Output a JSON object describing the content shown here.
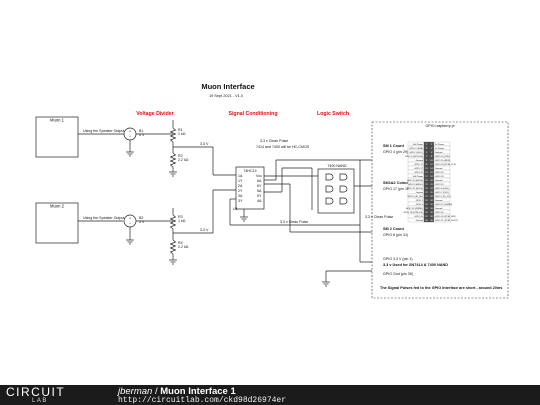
{
  "header": {
    "title": "Muon Interface",
    "subtitle": "19 Sept 2021 - V1.0"
  },
  "sections": {
    "voltage_divider": "Voltage Divider",
    "signal_conditioning": "Signal Conditioning",
    "logic_switch": "Logic Switch"
  },
  "detectors": {
    "muon1": "Muon 1",
    "muon2": "Muon 2",
    "speaker_output": "Using the Speaker Output"
  },
  "components": {
    "b1": "B1",
    "b1_val": "5 V",
    "b2": "B2",
    "b2_val": "5 V",
    "r1": "R1",
    "r1_val": "1 kΩ",
    "r2": "R2",
    "r2_val": "2.2 kΩ",
    "r3": "R3",
    "r3_val": "1 kΩ",
    "r4": "R4",
    "r4_val": "2.2 kΩ",
    "u1": "U1",
    "u2": "74HC14",
    "nand": "7400 NAND"
  },
  "annotations": {
    "v33_top": "3.3 V",
    "v33_bottom": "3.3 V",
    "clean_pulse_top": "3.3 v Clean Pulse",
    "ic_note": "7414 and 7400 will be HC-CMOS",
    "clean_pulse_mid": "3.3 v Clean Pulse",
    "clean_pulse_right": "3.3 v Clean Pulse"
  },
  "gpio": {
    "header": "GPIO raspberry pi",
    "sm1_count": "SM 1 Count",
    "gpio4": "GPIO 4 (pin 29)",
    "coincidence": "SM1&2 Coincidence",
    "gpio17": "GPIO 17 (pin 11)",
    "sm2_count": "SM 2 Count",
    "gpio6": "GPIO 6 (pin 31)",
    "v33_pin": "GPIO 3.3 V (pin 1)",
    "v33_used": "3.3 v Used for SN7414 & 7400 NAND",
    "gnd": "GPIO Gnd (pin 39)",
    "pulse_note": "The Signal Pulses fed to the GPIO Interface are short - around 20ms"
  },
  "pi_pins_left": [
    "3v3 Power",
    "GPIO 2 (SDA)",
    "GPIO 3 (SCL)",
    "GPIO 4 (GPCLK0)",
    "Ground",
    "GPIO 17",
    "GPIO 27",
    "GPIO 22",
    "3v3 Power",
    "GPIO 10 (MOSI)",
    "GPIO 9 (MISO)",
    "GPIO 11 (SCLK)",
    "Ground",
    "GPIO 0 (ID_SD)",
    "GPIO 5",
    "GPIO 6",
    "GPIO 13 (PWM1)",
    "GPIO 19 (PCM_FS)",
    "GPIO 26",
    "Ground"
  ],
  "pi_pins_right": [
    "5v Power",
    "5v Power",
    "Ground",
    "GPIO 14 (TXD)",
    "GPIO 15 (RXD)",
    "GPIO 18 (PCM_CLK)",
    "Ground",
    "GPIO 23",
    "GPIO 24",
    "Ground",
    "GPIO 25",
    "GPIO 8 (CE0)",
    "GPIO 7 (CE1)",
    "GPIO 1 (ID_SC)",
    "Ground",
    "GPIO 12 (PWM0)",
    "Ground",
    "GPIO 16",
    "GPIO 20 (PCM_DIN)",
    "GPIO 21 (PCM_DOUT)"
  ],
  "footer": {
    "logo_top": "CIRCUIT",
    "logo_bottom": "LAB",
    "user": "jberman",
    "separator": "/",
    "project": "Muon Interface 1",
    "url": "http://circuitlab.com/ckd98d26974er"
  }
}
